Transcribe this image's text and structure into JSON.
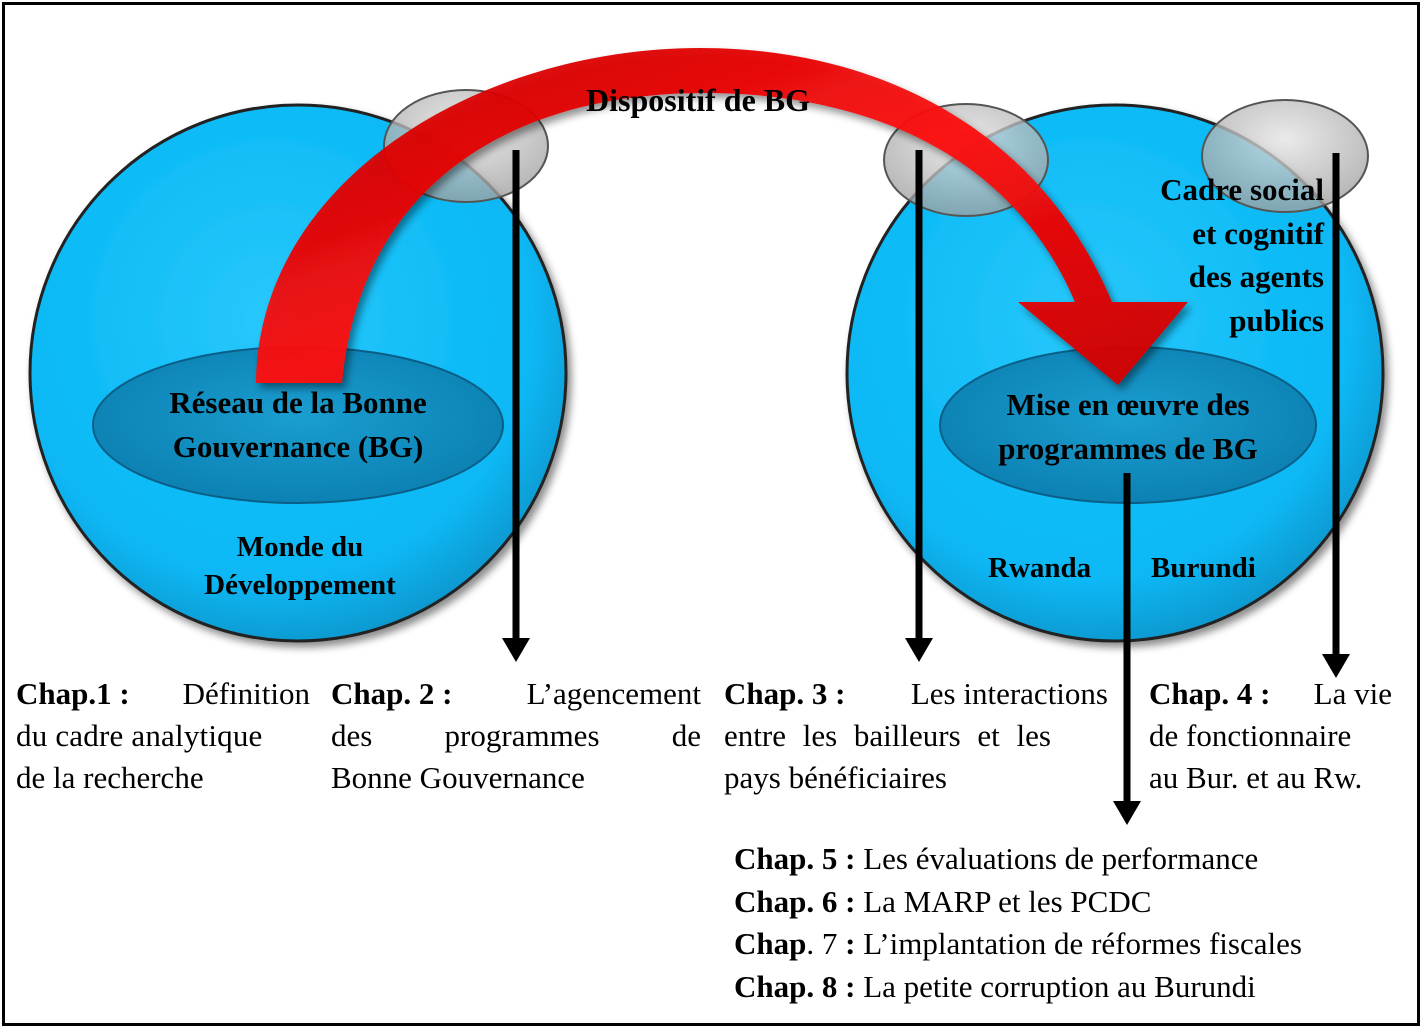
{
  "diagram": {
    "title": "Dispositif de BG",
    "left_world": {
      "inner_label_line1": "Réseau de la Bonne",
      "inner_label_line2": "Gouvernance (BG)",
      "caption_line1": "Monde du",
      "caption_line2": "Développement"
    },
    "right_world": {
      "inner_label_line1": "Mise en œuvre des",
      "inner_label_line2": "programmes de BG",
      "country_left": "Rwanda",
      "country_right": "Burundi",
      "side_label_line1": "Cadre social",
      "side_label_line2": "et cognitif",
      "side_label_line3": "des agents",
      "side_label_line4": "publics"
    },
    "colors": {
      "circle_fill": "#07b8f5",
      "arrow_red": "#ee0000",
      "node_gray": "#c8c8c8"
    }
  },
  "chapters": {
    "chap1": {
      "label": "Chap.1 :",
      "line1": "Définition",
      "line2": "du cadre analytique",
      "line3": "de la recherche"
    },
    "chap2": {
      "label": "Chap. 2 :",
      "line1": "L’agencement",
      "line2_a": "des",
      "line2_b": "programmes",
      "line2_c": "de",
      "line3": "Bonne Gouvernance"
    },
    "chap3": {
      "label": "Chap. 3 :",
      "line1": "Les interactions",
      "line2": "entre les bailleurs et les",
      "line3": "pays bénéficiaires"
    },
    "chap4": {
      "label": "Chap. 4 :",
      "line1": "La vie",
      "line2": "de fonctionnaire",
      "line3": "au Bur. et au Rw."
    },
    "list": [
      {
        "label": "Chap. 5 :",
        "text": "Les évaluations de performance"
      },
      {
        "label": "Chap. 6 :",
        "text": "La MARP et les PCDC"
      },
      {
        "label": "Chap",
        "label_dot": ". 7",
        "label_colon": " :",
        "text": "L’implantation de réformes fiscales"
      },
      {
        "label": "Chap. 8 :",
        "text": "La petite corruption au Burundi"
      }
    ]
  }
}
